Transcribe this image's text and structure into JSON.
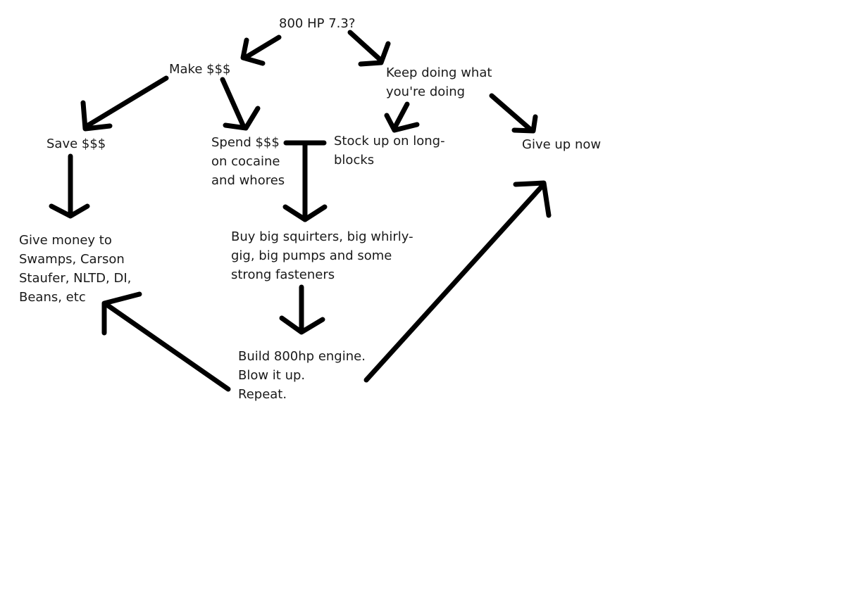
{
  "nodes": {
    "root": "800 HP 7.3?",
    "make_money": "Make $$$",
    "keep_doing": "Keep doing what\nyou're doing",
    "save": "Save $$$",
    "spend": "Spend $$$\non cocaine\nand whores",
    "stock_up": "Stock up on long-\nblocks",
    "give_up": "Give up now",
    "give_money": "Give money to\nSwamps, Carson\nStaufer, NLTD, DI,\nBeans, etc",
    "buy_parts": "Buy big squirters, big whirly-\ngig, big pumps and some\nstrong fasteners",
    "build": "Build 800hp engine.\nBlow it up.\nRepeat."
  },
  "edges": [
    {
      "from": "root",
      "to": "make_money"
    },
    {
      "from": "root",
      "to": "keep_doing"
    },
    {
      "from": "make_money",
      "to": "save"
    },
    {
      "from": "make_money",
      "to": "spend"
    },
    {
      "from": "keep_doing",
      "to": "stock_up"
    },
    {
      "from": "keep_doing",
      "to": "give_up"
    },
    {
      "from": "save",
      "to": "give_money"
    },
    {
      "from": "spend",
      "to": "buy_parts"
    },
    {
      "from": "buy_parts",
      "to": "build"
    },
    {
      "from": "build",
      "to": "give_money"
    },
    {
      "from": "build",
      "to": "give_up"
    }
  ],
  "colors": {
    "background": "#ffffff",
    "stroke": "#000000",
    "text": "#1a1a1a"
  }
}
